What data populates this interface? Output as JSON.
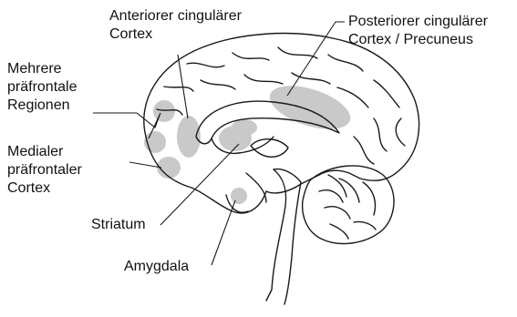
{
  "labels": {
    "acc_line1": "Anteriorer cingulärer",
    "acc_line2": "Cortex",
    "pcc_line1": "Posteriorer cingulärer",
    "pcc_line2": "Cortex / Precuneus",
    "multi_line1": "Mehrere",
    "multi_line2": "präfrontale",
    "multi_line3": "Regionen",
    "mpfc_line1": "Medialer",
    "mpfc_line2": "präfrontaler",
    "mpfc_line3": "Cortex",
    "striatum": "Striatum",
    "amygdala": "Amygdala"
  },
  "colors": {
    "highlight": "#c9c9c9",
    "outline": "#1a1a1a",
    "background": "#ffffff"
  }
}
